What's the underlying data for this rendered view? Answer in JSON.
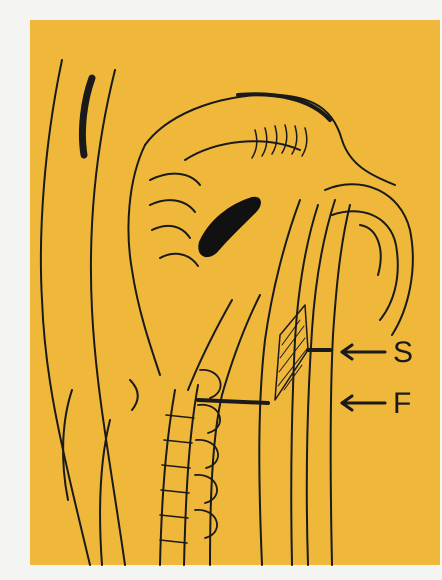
{
  "figure": {
    "background_color": "#f0b83a",
    "line_color": "#1a1a1a",
    "labels": [
      {
        "id": "S",
        "text": "S"
      },
      {
        "id": "F",
        "text": "F"
      }
    ],
    "arrows": [
      {
        "id": "arrow-S",
        "direction": "left",
        "points_to": "S"
      },
      {
        "id": "arrow-F",
        "direction": "left",
        "points_to": "F"
      }
    ]
  }
}
